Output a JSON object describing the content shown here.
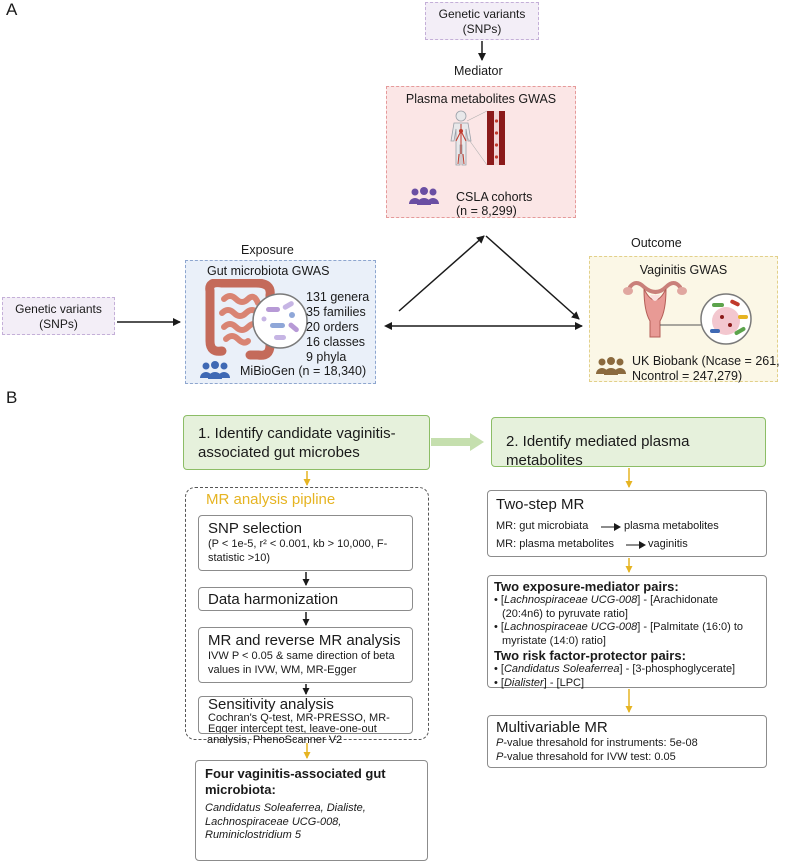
{
  "panel_a": {
    "letter": "A",
    "snp_top": {
      "line1": "Genetic variants",
      "line2": "(SNPs)"
    },
    "snp_left": {
      "line1": "Genetic variants",
      "line2": "(SNPs)"
    },
    "mediator_label": "Mediator",
    "mediator_box": {
      "title": "Plasma metabolites GWAS",
      "cohort": "CSLA cohorts",
      "n": "(n = 8,299)"
    },
    "exposure_label": "Exposure",
    "exposure_box": {
      "title": "Gut microbiota GWAS",
      "taxa": [
        "131 genera",
        "35 families",
        "20 orders",
        "16 classes",
        "9 phyla"
      ],
      "source": "MiBioGen (n = 18,340)"
    },
    "outcome_label": "Outcome",
    "outcome_box": {
      "title": "Vaginitis GWAS",
      "source_line1": "UK Biobank (Ncase = 261,",
      "source_line2": "Ncontrol = 247,279)"
    },
    "colors": {
      "plasma": "#fbe6e6",
      "gut": "#eaf0f9",
      "vaginitis": "#fbf7e6",
      "snp": "#f3eef7",
      "people_purple": "#6a4fa3",
      "people_blue": "#3f69b4",
      "people_brown": "#8b6a3e"
    }
  },
  "panel_b": {
    "letter": "B",
    "step1": {
      "line1": "1. Identify candidate vaginitis-",
      "line2": "associated gut microbes"
    },
    "step2": "2. Identify mediated plasma metabolites",
    "pipeline_title": "MR analysis pipline",
    "snp_selection": {
      "title": "SNP selection",
      "line1": "(P < 1e-5, r² < 0.001, kb > 10,000, F-",
      "line2": "statistic >10)"
    },
    "data_harmonization": "Data harmonization",
    "mr_analysis": {
      "title": "MR and reverse MR analysis",
      "line1": "IVW P < 0.05 & same direction of beta",
      "line2": "values in IVW, WM, MR-Egger"
    },
    "sensitivity": {
      "title": "Sensitivity analysis",
      "line1": "Cochran's Q-test, MR-PRESSO, MR-",
      "line2": "Egger intercept test, leave-one-out",
      "line3": "analysis, PhenoScanner V2"
    },
    "result1": {
      "title_line1": "Four vaginitis-associated gut",
      "title_line2": "microbiota:",
      "taxa_line1": "Candidatus Soleaferrea, Dialiste,",
      "taxa_line2": "Lachnospiraceae UCG-008,",
      "taxa_line3": "Ruminiclostridium 5"
    },
    "two_step": {
      "title": "Two-step MR",
      "mr1_a": "MR: gut microbiata",
      "mr1_b": "plasma metabolites",
      "mr2_a": "MR: plasma metabolites",
      "mr2_b": "vaginitis"
    },
    "pairs": {
      "em_title": "Two exposure-mediator pairs:",
      "em1_taxon": "Lachnospiraceae UCG-008",
      "em1_line1_rest": "] - [Arachidonate",
      "em1_line2": "(20:4n6) to pyruvate ratio]",
      "em2_taxon": "Lachnospiraceae UCG-008",
      "em2_line1_rest": "] - [Palmitate (16:0) to",
      "em2_line2": "myristate (14:0) ratio]",
      "rp_title": "Two risk factor-protector pairs:",
      "rp1_taxon": "Candidatus Soleaferrea",
      "rp1_rest": "] - [3-phosphoglycerate]",
      "rp2_taxon": "Dialister",
      "rp2_rest": "] - [LPC]",
      "bullet": "• ["
    },
    "multivariable": {
      "title": "Multivariable MR",
      "line1_p": "P",
      "line1_rest": "-value thresahold for instruments: 5e-08",
      "line2_p": "P",
      "line2_rest": "-value thresahold for IVW test: 0.05"
    },
    "colors": {
      "green_fill": "#e6f1dc",
      "green_border": "#8cbd66",
      "arrow_yellow": "#e6b422",
      "pipeline_title": "#e6b422"
    }
  }
}
